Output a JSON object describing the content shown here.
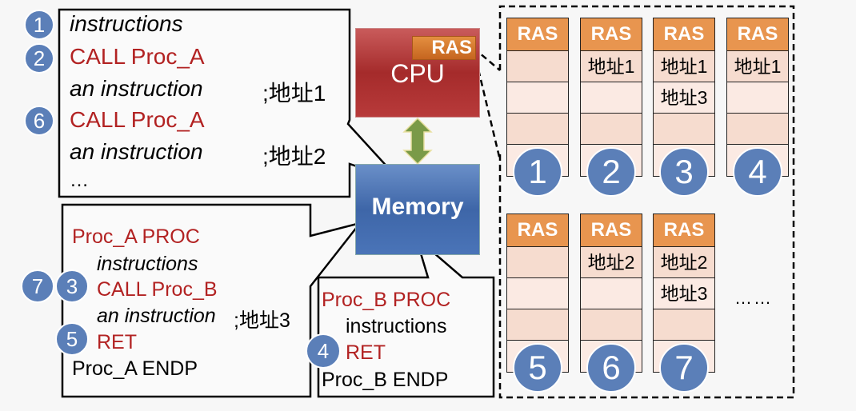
{
  "main_code": {
    "lines": [
      "instructions",
      "CALL  Proc_A",
      "an instruction",
      ";地址1",
      "CALL  Proc_A",
      "an instruction",
      ";地址2",
      "…"
    ],
    "badges": [
      "1",
      "2",
      "6"
    ]
  },
  "proc_a": {
    "lines": [
      "Proc_A  PROC",
      "instructions",
      "CALL  Proc_B",
      "an instruction",
      ";地址3",
      "RET",
      "Proc_A ENDP"
    ],
    "badges": [
      "7",
      "3",
      "5"
    ]
  },
  "proc_b": {
    "lines": [
      "Proc_B  PROC",
      "instructions",
      "RET",
      "Proc_B ENDP"
    ],
    "badges": [
      "4"
    ]
  },
  "cpu": {
    "label": "CPU",
    "ras_label": "RAS"
  },
  "memory": {
    "label": "Memory"
  },
  "ras_states": [
    {
      "step": "1",
      "header": "RAS",
      "cells": [
        "",
        "",
        "",
        ""
      ]
    },
    {
      "step": "2",
      "header": "RAS",
      "cells": [
        "地址1",
        "",
        "",
        ""
      ]
    },
    {
      "step": "3",
      "header": "RAS",
      "cells": [
        "地址1",
        "地址3",
        "",
        ""
      ]
    },
    {
      "step": "4",
      "header": "RAS",
      "cells": [
        "地址1",
        "",
        "",
        ""
      ]
    },
    {
      "step": "5",
      "header": "RAS",
      "cells": [
        "",
        "",
        "",
        ""
      ]
    },
    {
      "step": "6",
      "header": "RAS",
      "cells": [
        "地址2",
        "",
        "",
        ""
      ]
    },
    {
      "step": "7",
      "header": "RAS",
      "cells": [
        "地址2",
        "地址3",
        "",
        ""
      ]
    }
  ],
  "ellipsis": "……",
  "colors": {
    "badge": "#5b7fb8",
    "code_red": "#b22222",
    "ras_header": "#e8954f",
    "cpu": "#a52b2b",
    "memory": "#3e66a8"
  }
}
